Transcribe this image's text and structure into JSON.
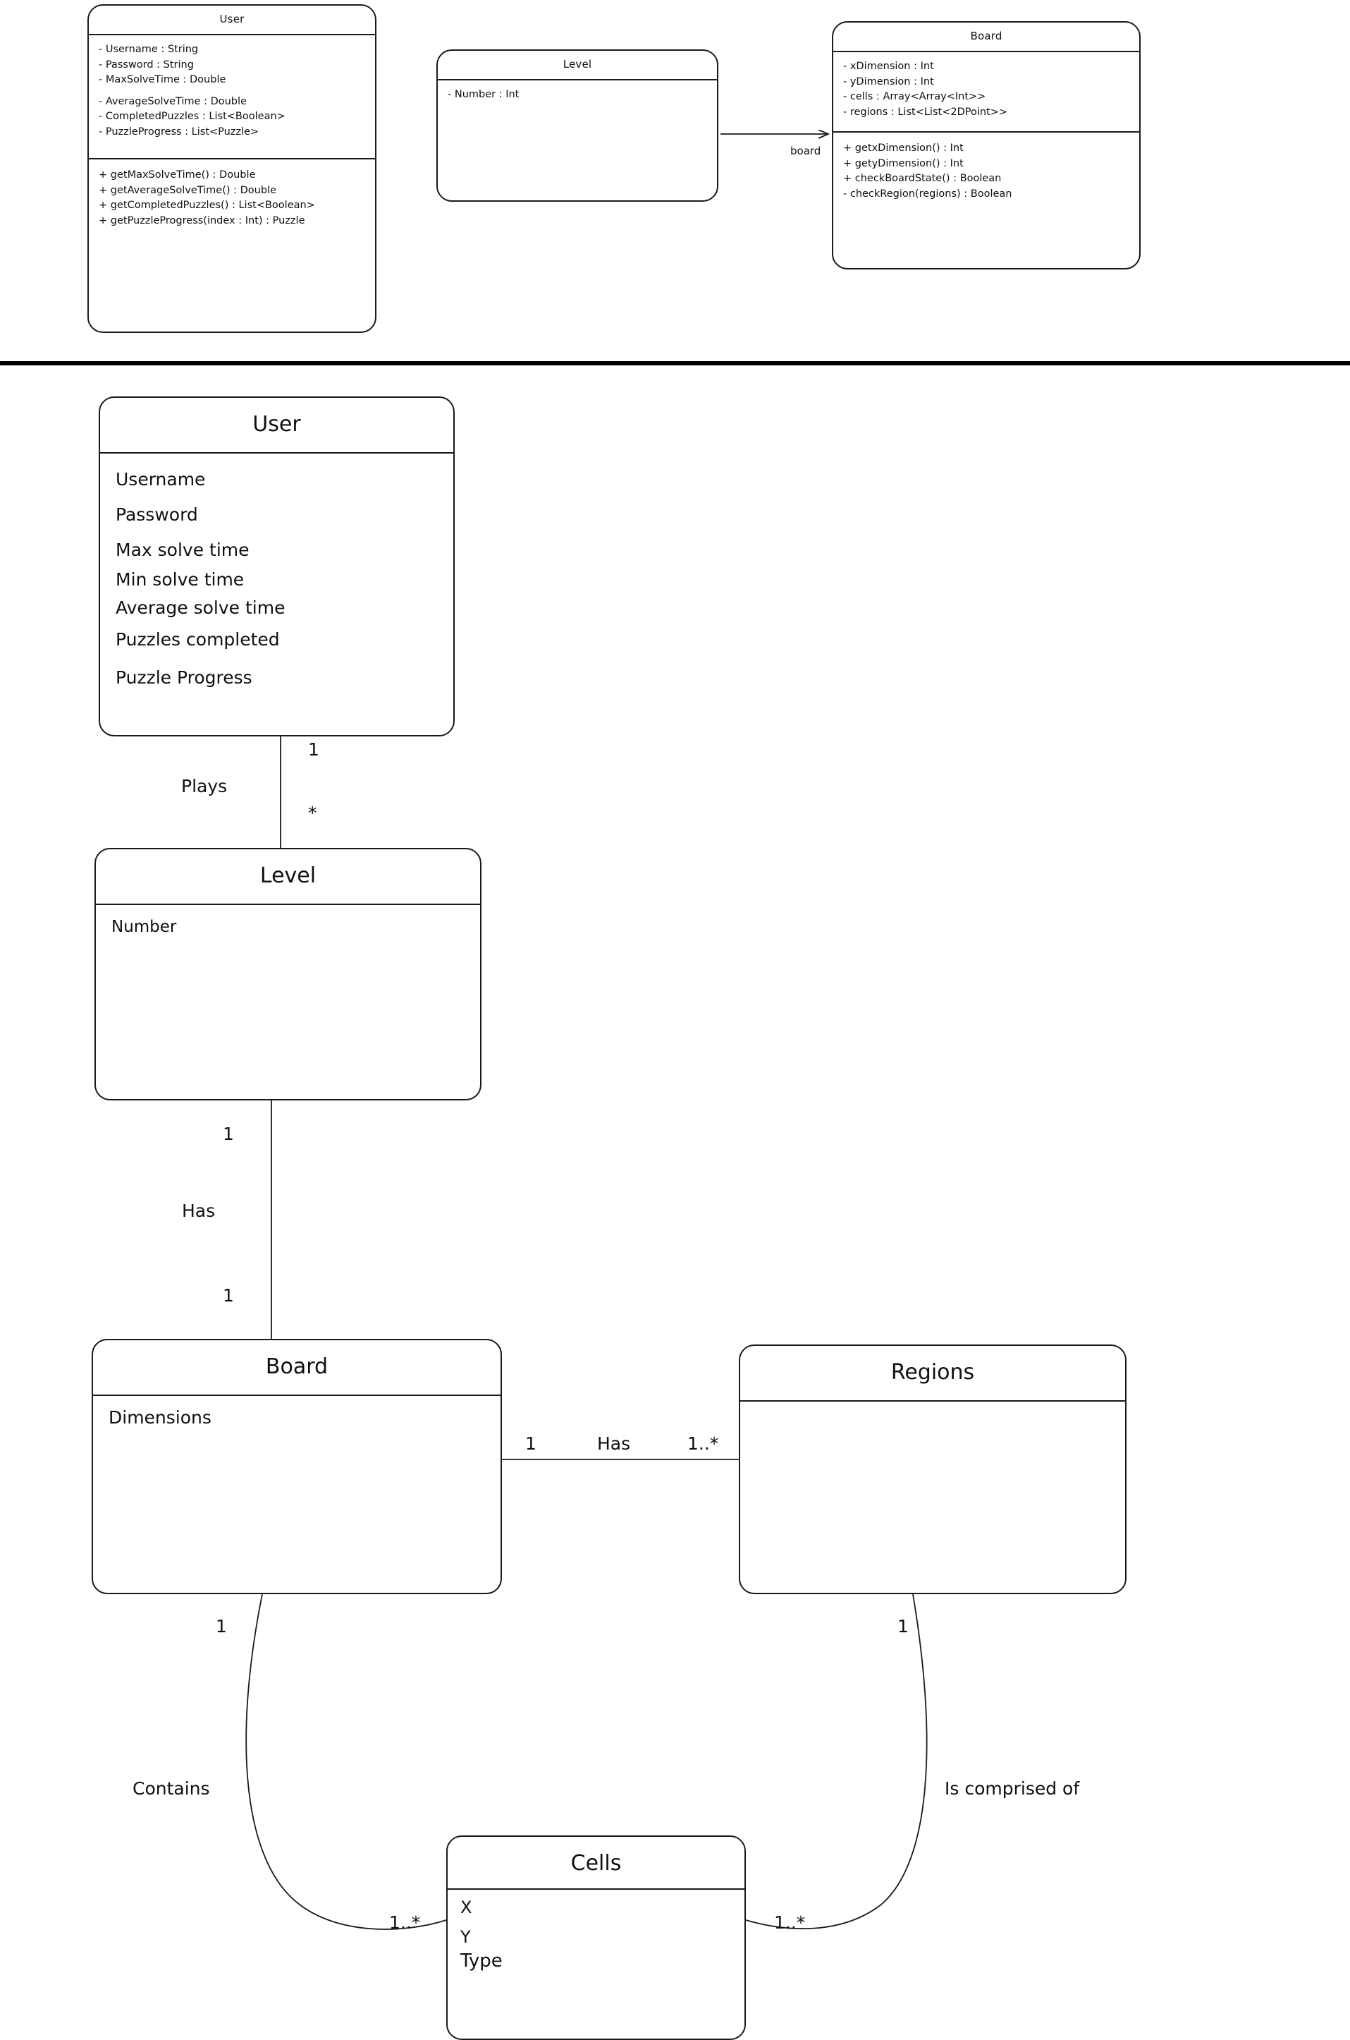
{
  "diagram": {
    "title": "UML Class Diagram",
    "sections": 2,
    "stroke_color": "#1a1a1a",
    "background_color": "#ffffff"
  },
  "detailed_diagram": {
    "classes": [
      {
        "name": "User",
        "attributes": [
          "- Username : String",
          "- Password : String",
          "- MaxSolveTime : Double",
          "- AverageSolveTime : Double",
          "- CompletedPuzzles : List<Boolean>",
          "- PuzzleProgress : List<Puzzle>"
        ],
        "methods": [
          "+ getMaxSolveTime() : Double",
          "+ getAverageSolveTime() : Double",
          "+ getCompletedPuzzles() : List<Boolean>",
          "+ getPuzzleProgress(index : Int) : Puzzle"
        ]
      },
      {
        "name": "Level",
        "attributes": [
          "- Number : Int"
        ],
        "methods": []
      },
      {
        "name": "Board",
        "attributes": [
          "- xDimension : Int",
          "- yDimension : Int",
          "- cells : Array<Array<Int>>",
          "- regions : List<List<2DPoint>>"
        ],
        "methods": [
          "+ getxDimension() : Int",
          "+ getyDimension() : Int",
          "+ checkBoardState() : Boolean",
          "- checkRegion(regions) : Boolean"
        ]
      }
    ],
    "associations": [
      {
        "from": "Level",
        "to": "Board",
        "label": "board",
        "style": "directed-arrow"
      }
    ]
  },
  "conceptual_diagram": {
    "classes": [
      {
        "name": "User",
        "attributes": [
          "Username",
          "Password",
          "Max solve time",
          "Min solve time",
          "Average solve time",
          "Puzzles completed",
          "Puzzle Progress"
        ]
      },
      {
        "name": "Level",
        "attributes": [
          "Number"
        ]
      },
      {
        "name": "Board",
        "attributes": [
          "Dimensions"
        ]
      },
      {
        "name": "Regions",
        "attributes": []
      },
      {
        "name": "Cells",
        "attributes": [
          "X",
          "Y",
          "Type"
        ]
      }
    ],
    "relationships": [
      {
        "from": "User",
        "to": "Level",
        "label": "Plays",
        "from_multiplicity": "1",
        "to_multiplicity": "*"
      },
      {
        "from": "Level",
        "to": "Board",
        "label": "Has",
        "from_multiplicity": "1",
        "to_multiplicity": "1"
      },
      {
        "from": "Board",
        "to": "Regions",
        "label": "Has",
        "from_multiplicity": "1",
        "to_multiplicity": "1..*"
      },
      {
        "from": "Board",
        "to": "Cells",
        "label": "Contains",
        "from_multiplicity": "1",
        "to_multiplicity": "1..*"
      },
      {
        "from": "Regions",
        "to": "Cells",
        "label": "Is comprised of",
        "from_multiplicity": "1",
        "to_multiplicity": "1..*"
      }
    ]
  }
}
